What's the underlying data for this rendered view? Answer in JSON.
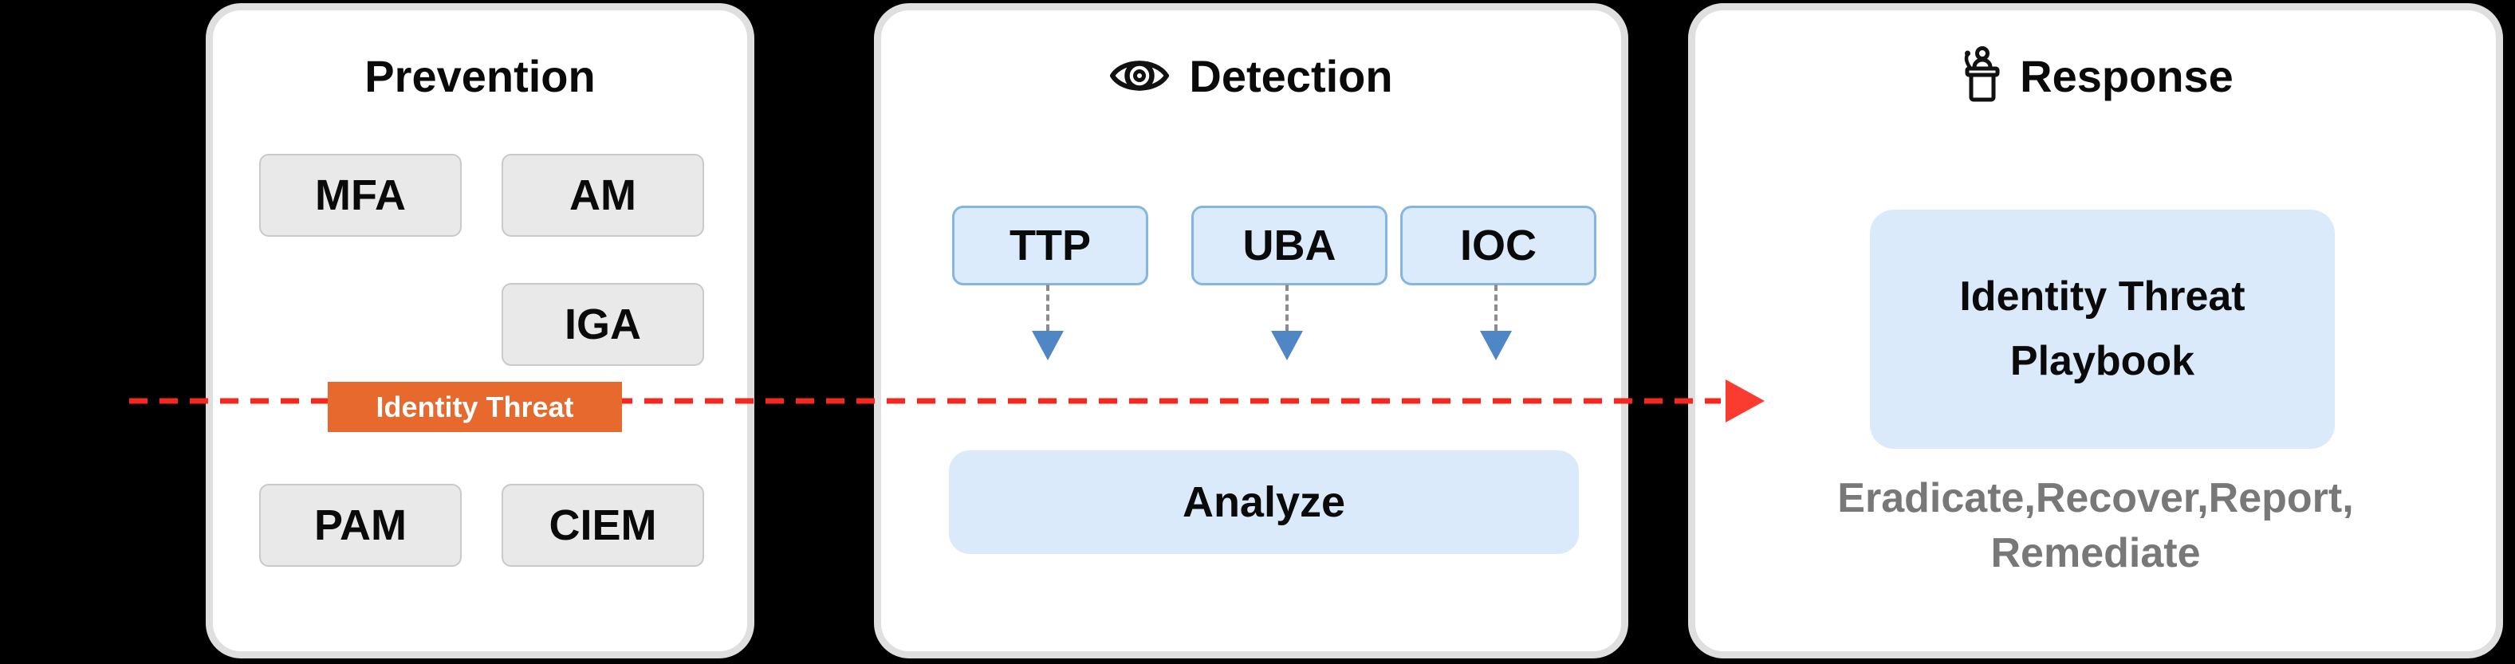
{
  "colors": {
    "bg": "#000000",
    "panel-bg": "#ffffff",
    "panel-border": "#dfdfdf",
    "gray-box-bg": "#e9e9e9",
    "gray-box-border": "#c9c9c9",
    "blue-box-bg": "#dbebfc",
    "blue-box-border": "#85b5e3",
    "blue-fill-bg": "#dbeafa",
    "accent-red": "#f3281e",
    "arrowhead-red": "#fa3c30",
    "threat-orange": "#e8692e",
    "arrow-blue": "#4e86c6",
    "stem-gray": "#8c8c8c",
    "muted-text": "#787878",
    "text": "#0a0a0a"
  },
  "threat_flow": {
    "label": "Identity Threat"
  },
  "panels": {
    "prevention": {
      "title": "Prevention",
      "boxes": [
        {
          "label": "MFA"
        },
        {
          "label": "AM"
        },
        {
          "label": "IGA"
        },
        {
          "label": "PAM"
        },
        {
          "label": "CIEM"
        }
      ]
    },
    "detection": {
      "title": "Detection",
      "icon": "eye-icon",
      "signals": [
        {
          "label": "TTP"
        },
        {
          "label": "UBA"
        },
        {
          "label": "IOC"
        }
      ],
      "analyze_label": "Analyze"
    },
    "response": {
      "title": "Response",
      "icon": "podium-icon",
      "playbook_line1": "Identity Threat",
      "playbook_line2": "Playbook",
      "actions_line1": "Eradicate,Recover,Report,",
      "actions_line2": "Remediate"
    }
  }
}
